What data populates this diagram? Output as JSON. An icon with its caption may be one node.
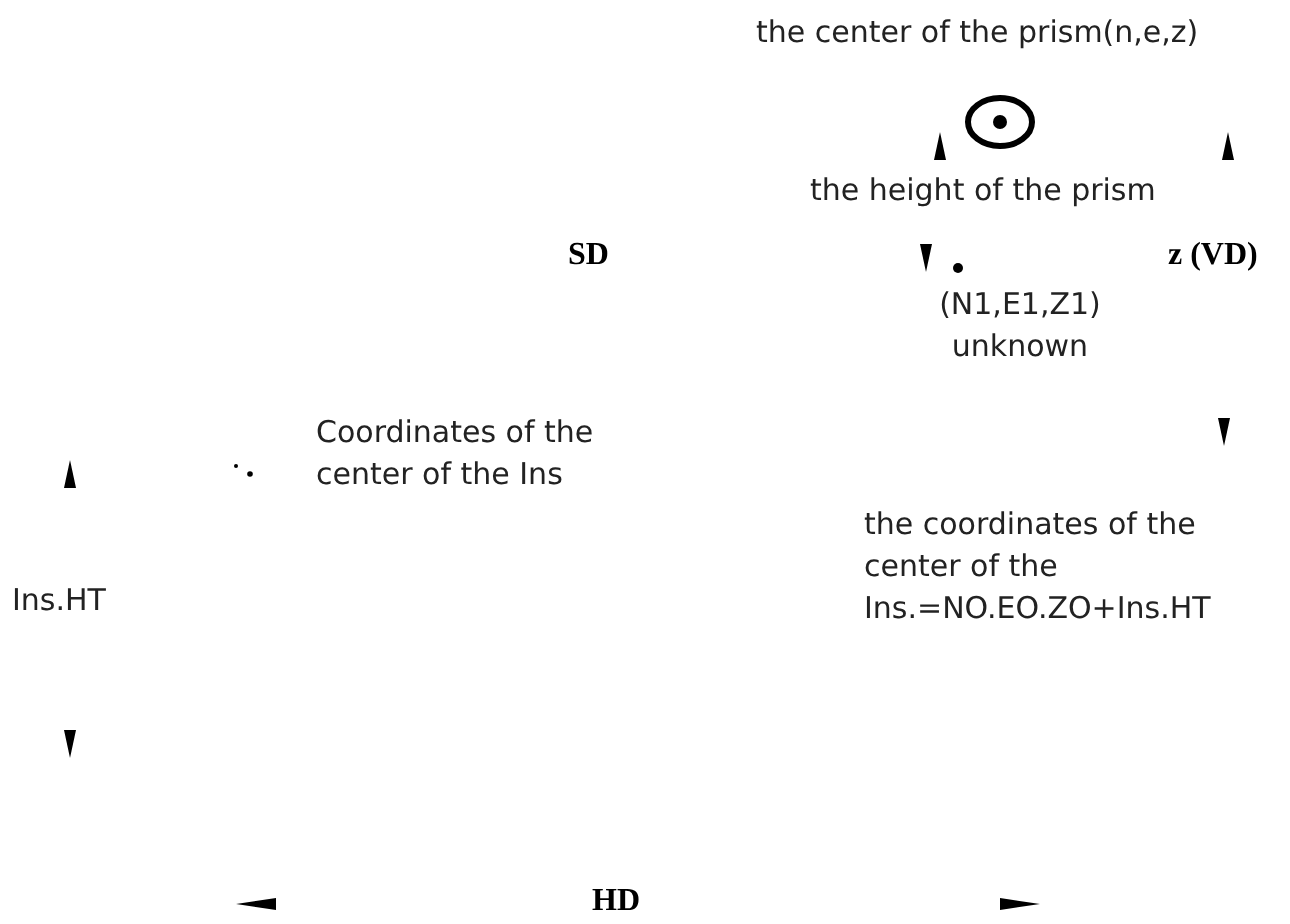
{
  "diagram": {
    "labels": [
      "the center of the prism(n,e,z)",
      "the height of the prism",
      "SD",
      "(N1,E1,Z1) unknown",
      "z (VD)",
      "Coordinates of the center of the Ins",
      "Ins.HT",
      "the coordinates of the center of the Ins.=NO.EO.ZO+Ins.HT",
      "HD"
    ]
  }
}
